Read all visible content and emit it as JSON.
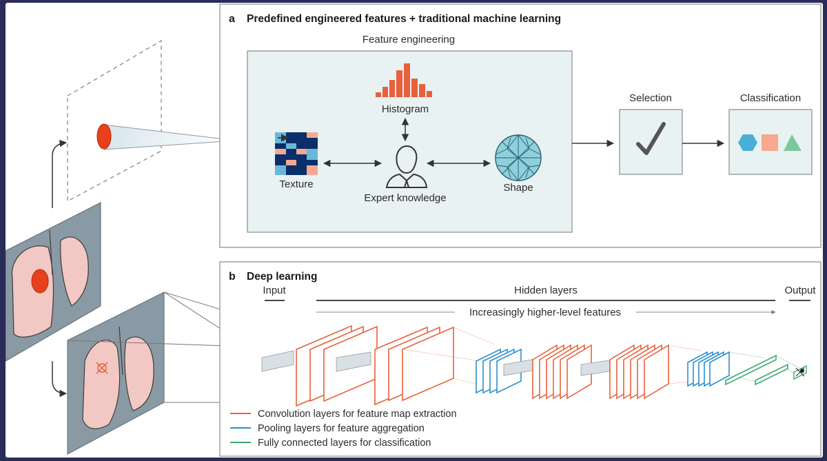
{
  "panel_a": {
    "letter": "a",
    "title": "Predefined engineered features + traditional machine learning",
    "feature_engineering": "Feature engineering",
    "histogram": "Histogram",
    "texture": "Texture",
    "expert_knowledge": "Expert knowledge",
    "shape": "Shape",
    "selection": "Selection",
    "classification": "Classification"
  },
  "panel_b": {
    "letter": "b",
    "title": "Deep learning",
    "input": "Input",
    "hidden_layers": "Hidden layers",
    "output": "Output",
    "higher_level": "Increasingly higher-level features"
  },
  "legend": [
    {
      "label": "Convolution layers for feature map extraction",
      "color": "#e8603c"
    },
    {
      "label": "Pooling layers for feature aggregation",
      "color": "#2a8fcc"
    },
    {
      "label": "Fully connected layers for classification",
      "color": "#3aaa6a"
    }
  ],
  "colors": {
    "conv": "#e8603c",
    "pool": "#2a8fcc",
    "fc": "#3aaa6a",
    "panel_bg": "#e8f2f2",
    "lesion": "#e8401c",
    "lung": "#f2c8c4",
    "ct_bg": "#8a9aa4",
    "texture_dark": "#0a2f6a",
    "texture_light": "#6ab8d8",
    "texture_peach": "#f7a890",
    "shape": "#8ed0dc",
    "selection_check": "#555555"
  }
}
